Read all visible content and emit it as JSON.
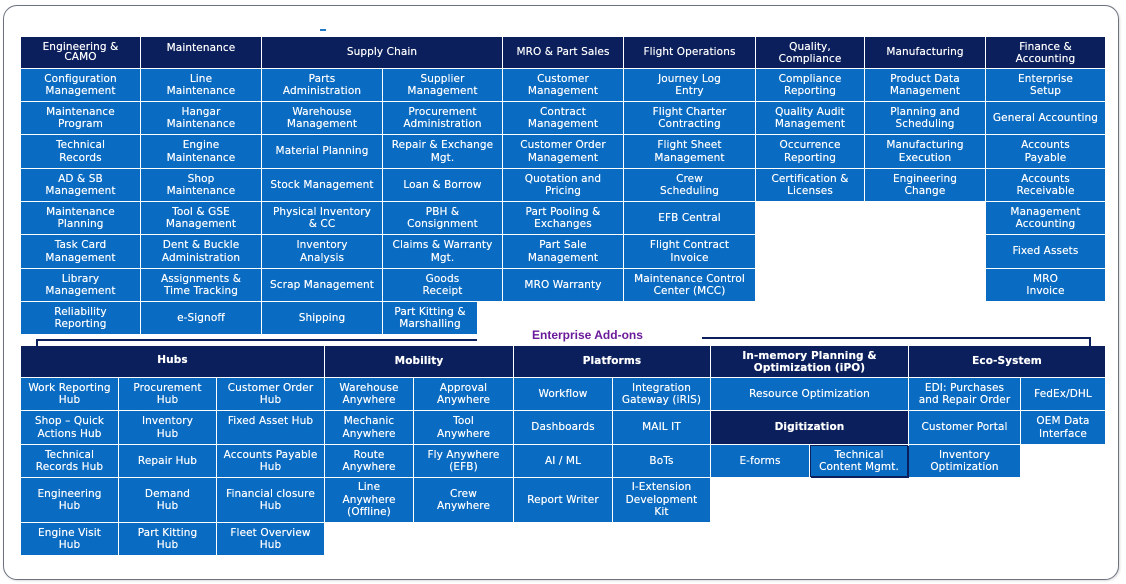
{
  "core_modules": {
    "columns": [
      {
        "header": "Engineering &\nCAMO",
        "items": [
          "Configuration\nManagement",
          "Maintenance\nProgram",
          "Technical\nRecords",
          "AD & SB\nManagement",
          "Maintenance\nPlanning",
          "Task Card\nManagement",
          "Library\nManagement",
          "Reliability\nReporting"
        ]
      },
      {
        "header": "Maintenance",
        "items": [
          "Line\nMaintenance",
          "Hangar\nMaintenance",
          "Engine\nMaintenance",
          "Shop\nMaintenance",
          "Tool & GSE\nManagement",
          "Dent & Buckle\nAdministration",
          "Assignments &\nTime Tracking",
          "e-Signoff"
        ]
      },
      {
        "header": "Supply Chain",
        "items_left": [
          "Parts\nAdministration",
          "Warehouse\nManagement",
          "Material Planning",
          "Stock Management",
          "Physical Inventory\n& CC",
          "Inventory\nAnalysis",
          "Scrap Management",
          "Shipping"
        ],
        "items_right": [
          "Supplier\nManagement",
          "Procurement\nAdministration",
          "Repair & Exchange\nMgt.",
          "Loan & Borrow",
          "PBH &\nConsignment",
          "Claims & Warranty\nMgt.",
          "Goods\nReceipt",
          "Part Kitting &\nMarshalling"
        ]
      },
      {
        "header": "MRO & Part Sales",
        "items": [
          "Customer\nManagement",
          "Contract\nManagement",
          "Customer Order\nManagement",
          "Quotation and\nPricing",
          "Part Pooling &\nExchanges",
          "Part Sale\nManagement",
          "MRO Warranty"
        ]
      },
      {
        "header": "Flight Operations",
        "items": [
          "Journey Log\nEntry",
          "Flight Charter\nContracting",
          "Flight Sheet\nManagement",
          "Crew\nScheduling",
          "EFB Central",
          "Flight Contract\nInvoice",
          "Maintenance Control\nCenter (MCC)"
        ]
      },
      {
        "header": "Quality,\nCompliance",
        "items": [
          "Compliance\nReporting",
          "Quality Audit\nManagement",
          "Occurrence\nReporting",
          "Certification &\nLicenses"
        ]
      },
      {
        "header": "Manufacturing",
        "items": [
          "Product Data\nManagement",
          "Planning and\nScheduling",
          "Manufacturing\nExecution",
          "Engineering\nChange"
        ]
      },
      {
        "header": "Finance &\nAccounting",
        "items": [
          "Enterprise\nSetup",
          "General Accounting",
          "Accounts\nPayable",
          "Accounts\nReceivable",
          "Management\nAccounting",
          "Fixed Assets",
          "MRO\nInvoice"
        ]
      }
    ]
  },
  "addons": {
    "label": "Enterprise Add-ons",
    "hubs": {
      "header": "Hubs",
      "rows": [
        [
          "Work Reporting\nHub",
          "Procurement\nHub",
          "Customer Order\nHub"
        ],
        [
          "Shop – Quick\nActions Hub",
          "Inventory\nHub",
          "Fixed Asset Hub"
        ],
        [
          "Technical\nRecords Hub",
          "Repair Hub",
          "Accounts Payable\nHub"
        ],
        [
          "Engineering\nHub",
          "Demand\nHub",
          "Financial closure\nHub"
        ],
        [
          "Engine Visit\nHub",
          "Part Kitting\nHub",
          "Fleet Overview\nHub"
        ]
      ]
    },
    "mobility": {
      "header": "Mobility",
      "rows": [
        [
          "Warehouse\nAnywhere",
          "Approval\nAnywhere"
        ],
        [
          "Mechanic\nAnywhere",
          "Tool\nAnywhere"
        ],
        [
          "Route\nAnywhere",
          "Fly Anywhere\n(EFB)"
        ],
        [
          "Line\nAnywhere\n(Offline)",
          "Crew\nAnywhere"
        ]
      ]
    },
    "platforms": {
      "header": "Platforms",
      "rows": [
        [
          "Workflow",
          "Integration\nGateway (iRIS)"
        ],
        [
          "Dashboards",
          "MAIL IT"
        ],
        [
          "AI / ML",
          "BoTs"
        ],
        [
          "Report Writer",
          "I-Extension\nDevelopment\nKit"
        ]
      ]
    },
    "ipo": {
      "header": "In-memory Planning &\nOptimization (iPO)",
      "items": [
        "Resource Optimization"
      ]
    },
    "digitization": {
      "header": "Digitization",
      "items": [
        "E-forms",
        "Technical\nContent Mgmt."
      ]
    },
    "ecosystem": {
      "header": "Eco-System",
      "rows": [
        [
          "EDI: Purchases\nand Repair Order",
          "FedEx/DHL"
        ],
        [
          "Customer Portal",
          "OEM Data\nInterface"
        ],
        [
          "Inventory\nOptimization"
        ]
      ]
    }
  },
  "colors": {
    "header_navy": "#0b1f5c",
    "cell_blue": "#0a6bc2",
    "addon_label_purple": "#6a1b9a"
  }
}
